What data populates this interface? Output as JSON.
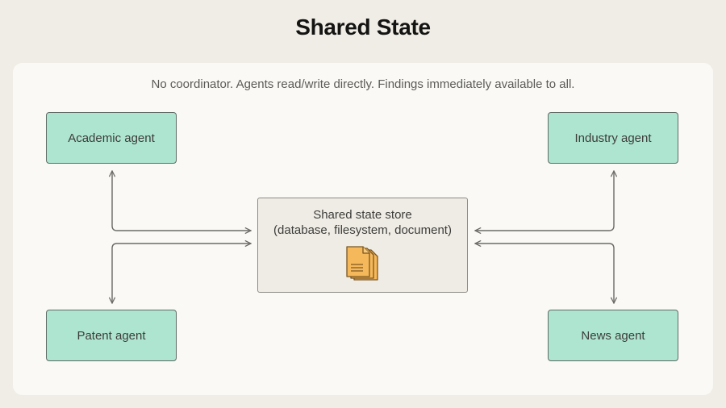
{
  "title": "Shared State",
  "subtitle": "No coordinator. Agents read/write directly. Findings immediately available to all.",
  "agents": {
    "academic": "Academic agent",
    "industry": "Industry agent",
    "patent": "Patent agent",
    "news": "News agent"
  },
  "store": {
    "line1": "Shared state store",
    "line2": "(database, filesystem, document)",
    "icon": "documents-icon"
  },
  "colors": {
    "background": "#f0ede6",
    "panel": "#faf9f5",
    "agent_fill": "#aee5d0",
    "store_fill": "#efece5",
    "icon_fill": "#f5b85a",
    "arrow": "#6b6a66"
  }
}
